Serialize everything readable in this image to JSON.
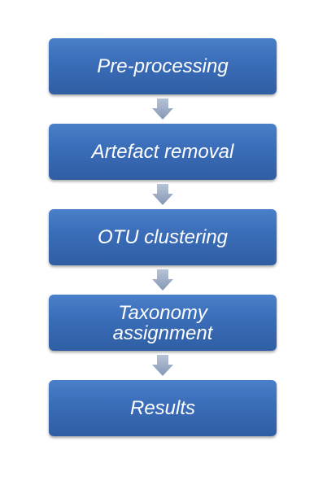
{
  "steps": [
    {
      "label": "Pre-processing"
    },
    {
      "label": "Artefact removal"
    },
    {
      "label": "OTU clustering"
    },
    {
      "label": "Taxonomy\nassignment"
    },
    {
      "label": "Results"
    }
  ],
  "colors": {
    "box_fill": "#3a6cb8",
    "box_text": "#ffffff",
    "arrow_fill": "#9aaac4"
  }
}
